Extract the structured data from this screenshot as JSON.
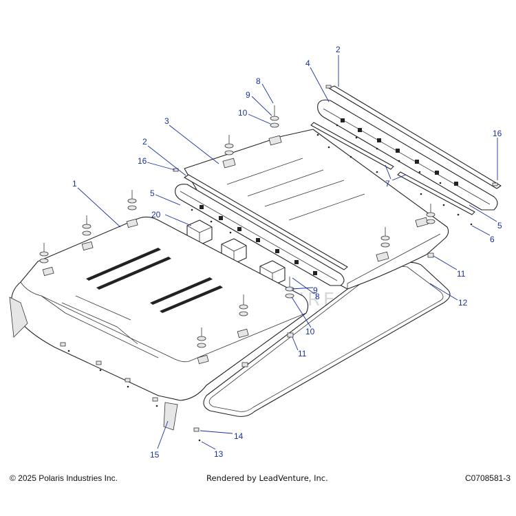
{
  "watermark": "LEADVENTURE",
  "footer": {
    "copyright": "© 2025 Polaris Industries Inc.",
    "rendered_by": "Rendered by LeadVenture, Inc.",
    "doc_number": "C0708581-3"
  },
  "callouts": [
    {
      "id": "c-2-top",
      "label": "2"
    },
    {
      "id": "c-4",
      "label": "4"
    },
    {
      "id": "c-8-top",
      "label": "8"
    },
    {
      "id": "c-9-top",
      "label": "9"
    },
    {
      "id": "c-10-top",
      "label": "10"
    },
    {
      "id": "c-3",
      "label": "3"
    },
    {
      "id": "c-16-right",
      "label": "16"
    },
    {
      "id": "c-2-left",
      "label": "2"
    },
    {
      "id": "c-16-left",
      "label": "16"
    },
    {
      "id": "c-1",
      "label": "1"
    },
    {
      "id": "c-7",
      "label": "7"
    },
    {
      "id": "c-5-left",
      "label": "5"
    },
    {
      "id": "c-20",
      "label": "20"
    },
    {
      "id": "c-5-right",
      "label": "5"
    },
    {
      "id": "c-6",
      "label": "6"
    },
    {
      "id": "c-11-right",
      "label": "11"
    },
    {
      "id": "c-8-mid",
      "label": "8"
    },
    {
      "id": "c-9-mid",
      "label": "9"
    },
    {
      "id": "c-12",
      "label": "12"
    },
    {
      "id": "c-10-mid",
      "label": "10"
    },
    {
      "id": "c-11-mid",
      "label": "11"
    },
    {
      "id": "c-14",
      "label": "14"
    },
    {
      "id": "c-13",
      "label": "13"
    },
    {
      "id": "c-15",
      "label": "15"
    }
  ]
}
